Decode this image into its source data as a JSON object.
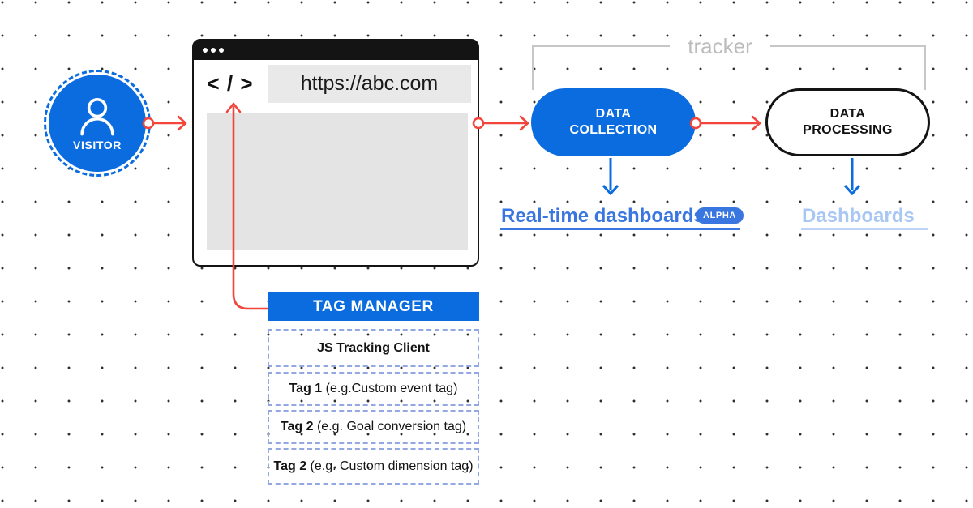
{
  "colors": {
    "primary_blue": "#0b6ce0",
    "accent_blue": "#3a76e0",
    "light_blue_text": "#a9c7f3",
    "light_blue_underline": "#bdd3f7",
    "red": "#f2453c",
    "bracket_gray": "#c7c7c7",
    "tracker_text_gray": "#bcbcbc",
    "dashed_box_border": "#93a7e3"
  },
  "visitor": {
    "label": "VISITOR"
  },
  "browser": {
    "code_icon": "< / >",
    "url": "https://abc.com"
  },
  "tracker": {
    "label": "tracker"
  },
  "data_collection": {
    "line1": "DATA",
    "line2": "COLLECTION"
  },
  "data_processing": {
    "line1": "DATA",
    "line2": "PROCESSING"
  },
  "realtime_dashboards": {
    "label": "Real-time dashboards",
    "badge": "ALPHA"
  },
  "dashboards": {
    "label": "Dashboards"
  },
  "tag_manager": {
    "title": "TAG MANAGER",
    "items": [
      {
        "bold": "JS Tracking Client",
        "rest": ""
      },
      {
        "bold": "Tag 1",
        "rest": " (e.g.Custom event tag)"
      },
      {
        "bold": "Tag 2",
        "rest": " (e.g. Goal conversion tag)"
      },
      {
        "bold": "Tag 2",
        "rest": " (e.g. Custom dimension tag)"
      }
    ]
  }
}
